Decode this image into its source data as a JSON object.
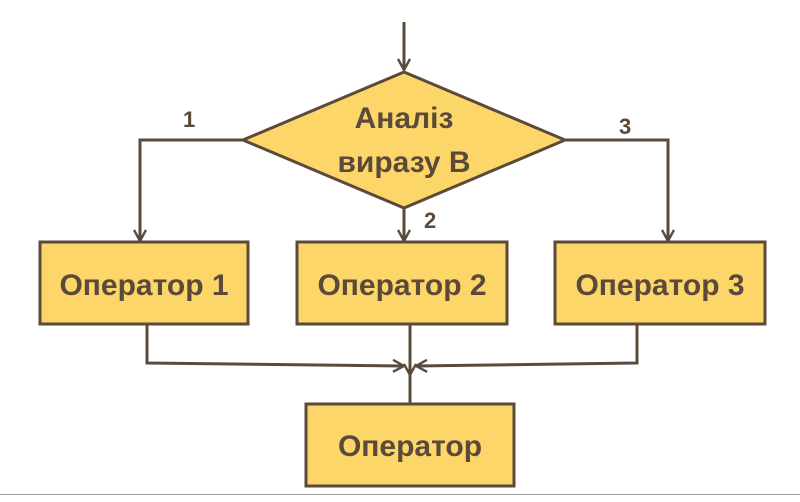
{
  "decision": {
    "line1": "Аналіз",
    "line2": "виразу B"
  },
  "branches": {
    "left": "1",
    "middle": "2",
    "right": "3"
  },
  "operators": {
    "op1": "Оператор 1",
    "op2": "Оператор 2",
    "op3": "Оператор 3",
    "final": "Оператор"
  },
  "colors": {
    "fill": "#fdd66a",
    "stroke": "#5b4a3a",
    "text": "#5b4a3a"
  }
}
